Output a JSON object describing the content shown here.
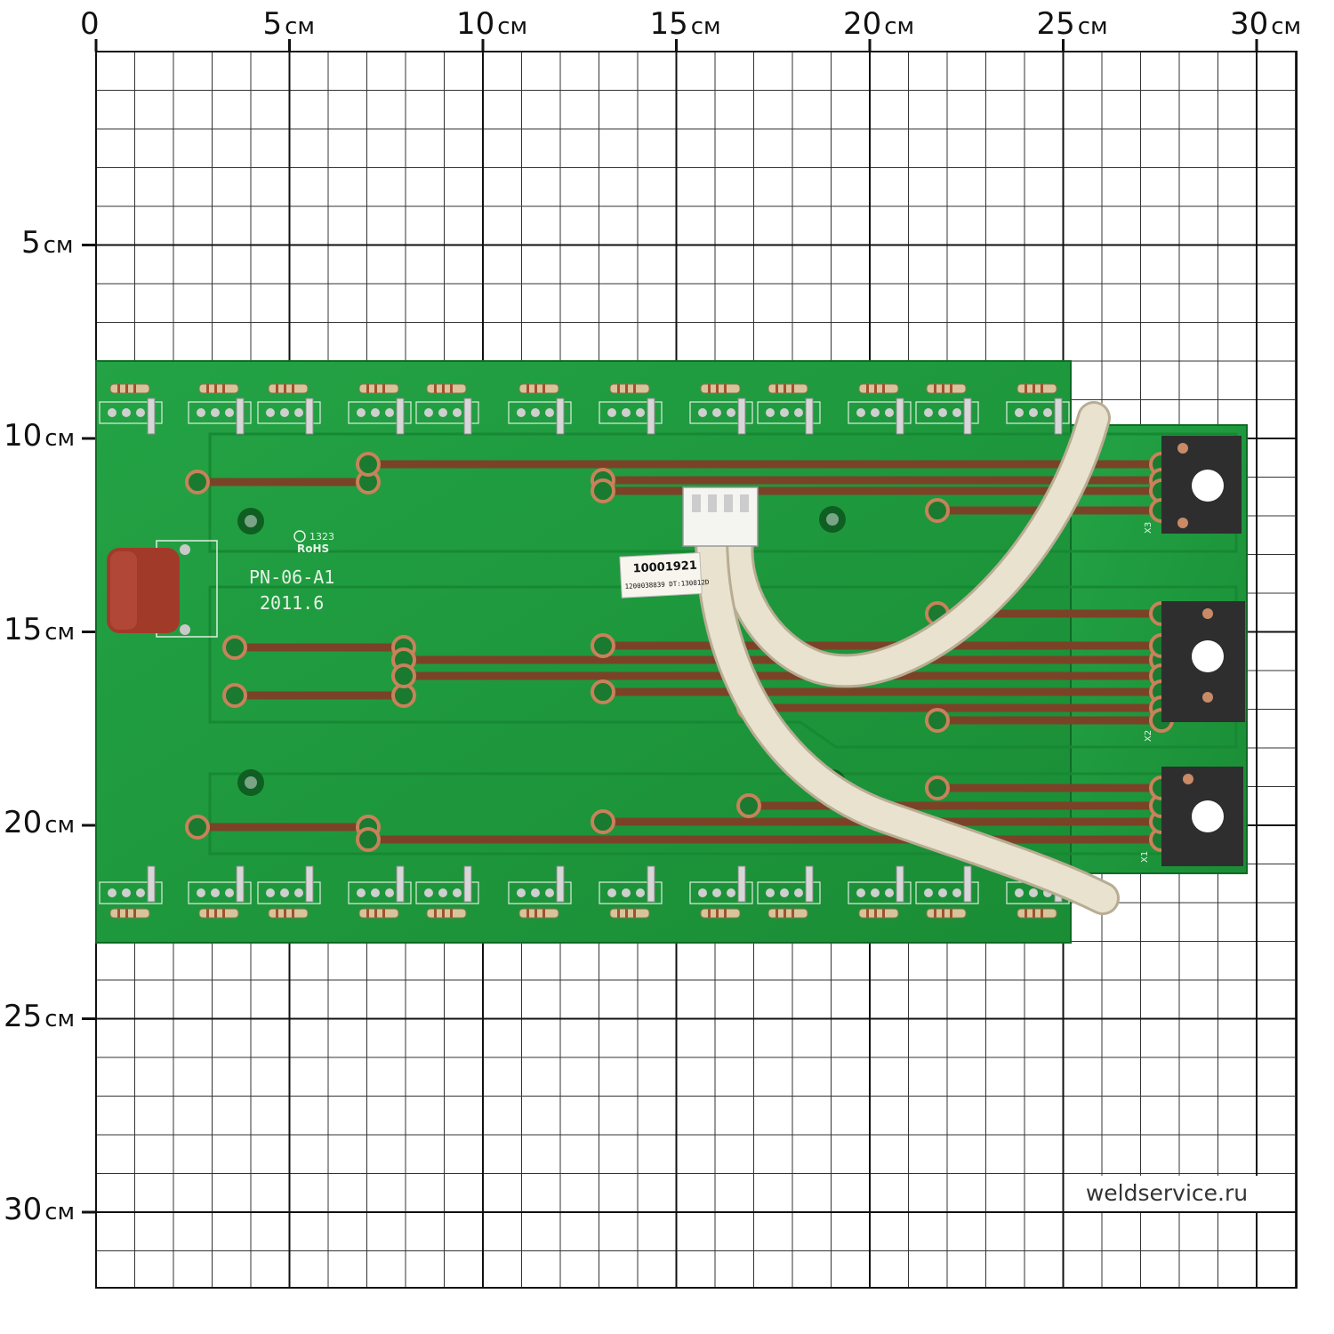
{
  "grid": {
    "units": "см",
    "x_labels": [
      "0",
      "5",
      "10",
      "15",
      "20",
      "25",
      "30"
    ],
    "y_labels": [
      "5",
      "10",
      "15",
      "20",
      "25",
      "30"
    ]
  },
  "board": {
    "model": "PN-06-A1",
    "date": "2011.6",
    "rohs": "RoHS",
    "rohs_code": "1323",
    "label_id": "10001921",
    "label_sub": "1200038839 DT:130812D",
    "terminals": [
      "X3",
      "X2",
      "X1"
    ],
    "colors": {
      "pcb": "#1f9a3c",
      "copper": "#c8825a",
      "sleeve": "#e9e2cf",
      "capacitor": "#a23a2a",
      "terminal": "#2b2b2b"
    }
  },
  "watermark": "weldservice.ru"
}
